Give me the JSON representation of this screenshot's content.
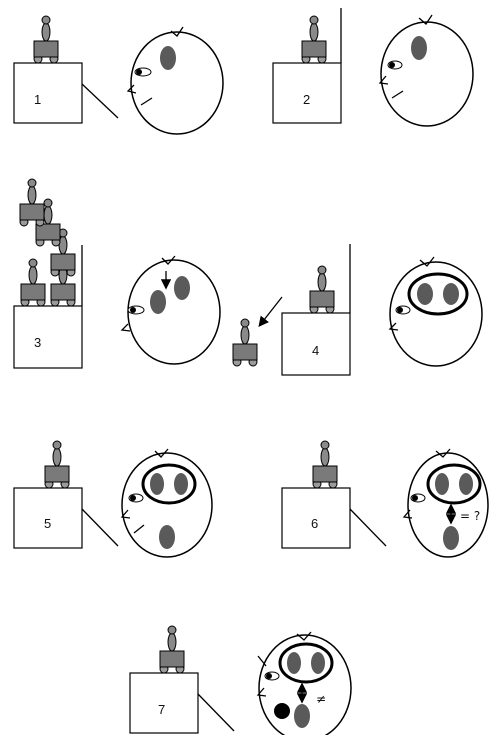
{
  "panels": [
    {
      "id": 1,
      "label": "1"
    },
    {
      "id": 2,
      "label": "2"
    },
    {
      "id": 3,
      "label": "3"
    },
    {
      "id": 4,
      "label": "4"
    },
    {
      "id": 5,
      "label": "5"
    },
    {
      "id": 6,
      "label": "6",
      "annotation": "= ?"
    },
    {
      "id": 7,
      "label": "7",
      "annotation": "≠"
    }
  ],
  "colors": {
    "blob": "#5a5a5a",
    "toy": "#7a7a7a",
    "line": "#000000"
  },
  "icons": [
    "toy-cart-icon",
    "head-outline",
    "eye-icon",
    "memory-ring",
    "arrow-icon"
  ]
}
